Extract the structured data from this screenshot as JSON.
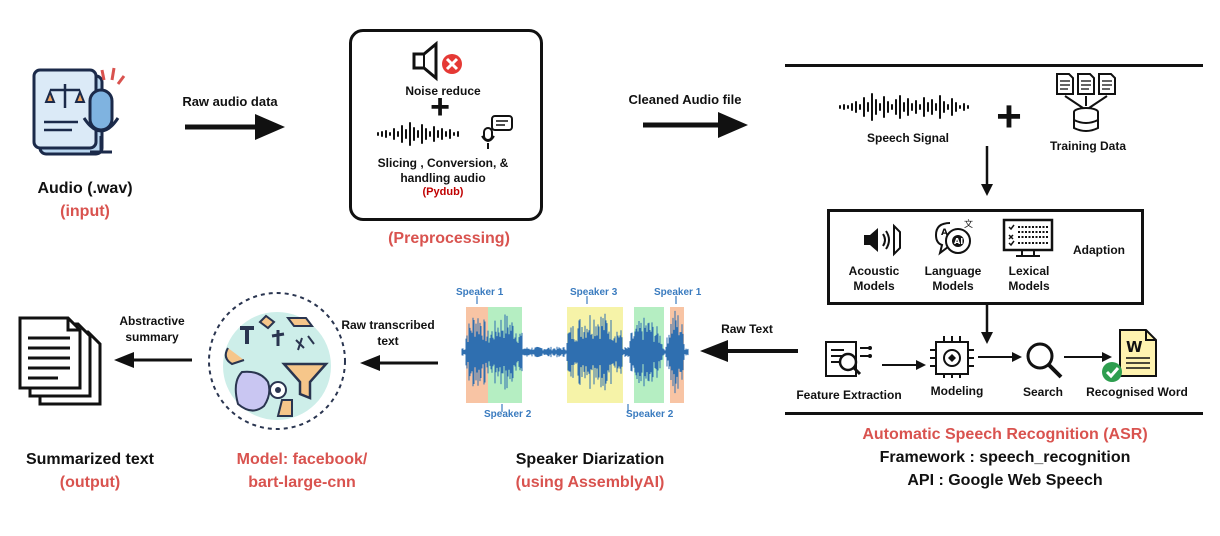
{
  "input": {
    "title": "Audio (.wav)",
    "subtitle": "(input)",
    "icon": "audio-file-microphone-icon"
  },
  "arrows": {
    "raw_audio": "Raw audio data",
    "cleaned_audio": "Cleaned Audio file",
    "raw_text": "Raw Text",
    "raw_transcribed_1": "Raw transcribed",
    "raw_transcribed_2": "text",
    "abstractive_1": "Abstractive",
    "abstractive_2": "summary"
  },
  "preprocessing": {
    "noise": "Noise reduce",
    "plus": "+",
    "slicing_1": "Slicing , Conversion, &",
    "slicing_2": "handling audio",
    "pydub": "(Pydub)",
    "caption": "(Preprocessing)"
  },
  "asr": {
    "speech_signal": "Speech Signal",
    "plus": "+",
    "training_data": "Training Data",
    "acoustic_1": "Acoustic",
    "acoustic_2": "Models",
    "language_1": "Language",
    "language_2": "Models",
    "lexical_1": "Lexical",
    "lexical_2": "Models",
    "adaption": "Adaption",
    "feature_extraction": "Feature Extraction",
    "modeling": "Modeling",
    "search": "Search",
    "recognised": "Recognised Word",
    "caption": "Automatic Speech Recognition (ASR)",
    "framework": "Framework : speech_recognition",
    "api": "API : Google Web Speech"
  },
  "diarization": {
    "speaker1a": "Speaker 1",
    "speaker3": "Speaker 3",
    "speaker1b": "Speaker 1",
    "speaker2a": "Speaker 2",
    "speaker2b": "Speaker 2",
    "title": "Speaker Diarization",
    "subtitle": "(using AssemblyAI)"
  },
  "model": {
    "title_1": "Model: facebook/",
    "title_2": "bart-large-cnn"
  },
  "output": {
    "title": "Summarized text",
    "subtitle": "(output)"
  },
  "colors": {
    "accent_red": "#d9534f",
    "pydub_red": "#c00000",
    "speaker_blue": "#3a7bbf",
    "wave_blue": "#2f6fb0"
  }
}
